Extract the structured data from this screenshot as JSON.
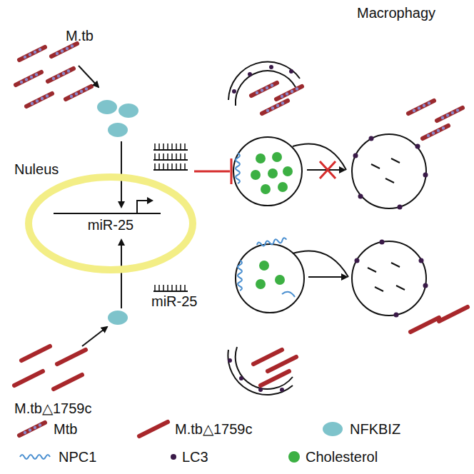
{
  "diagram": {
    "nodes": [
      {
        "text": [
          "Nuleus",
          "miR-25"
        ]
      }
    ],
    "labels": [
      "Macrophagy",
      "M.tb",
      "miR-25",
      "M.tb△1759c"
    ],
    "legend": [
      {
        "text": "Mtb"
      },
      {
        "text": "M.tb△1759c"
      },
      {
        "text": "NFKBIZ",
        "color": "#7ec3cb"
      },
      {
        "text": "NPC1"
      },
      {
        "text": "LC3",
        "color": "#3a1a48"
      },
      {
        "text": "Cholesterol",
        "color": "#3cb043"
      }
    ]
  }
}
